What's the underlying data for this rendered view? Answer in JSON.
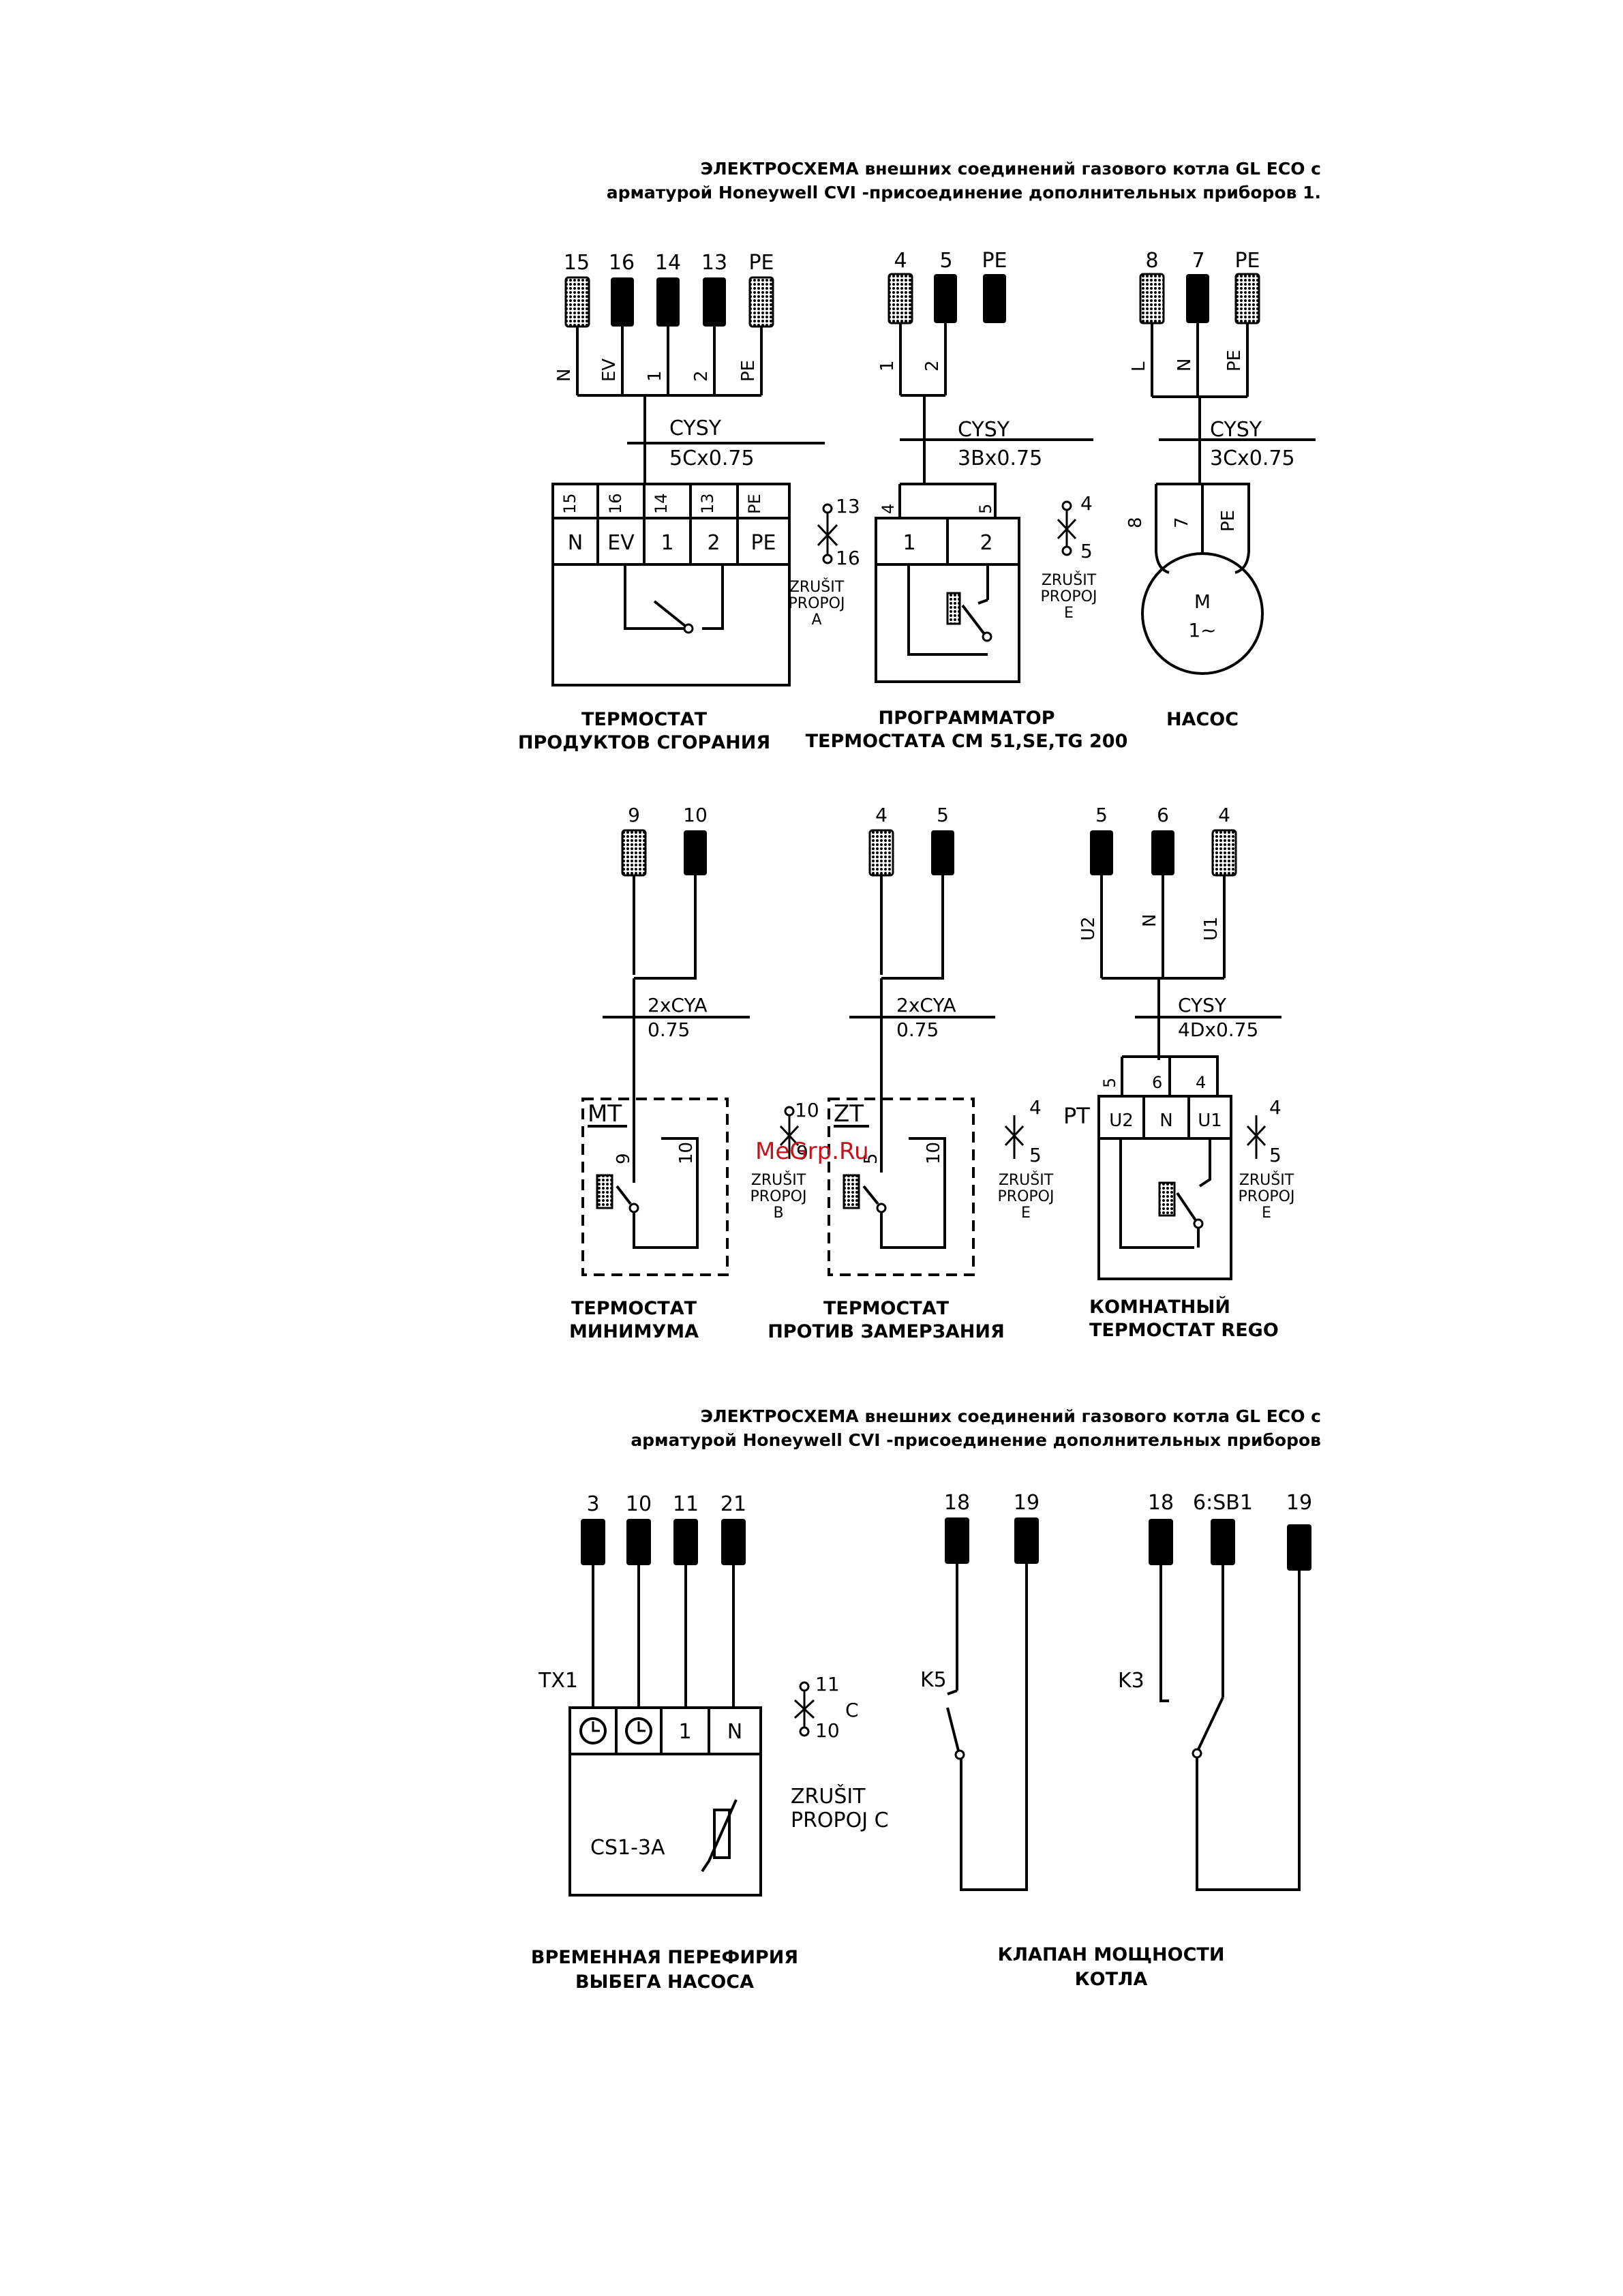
{
  "title1": {
    "line1": "ЭЛЕКТРОСХЕМА внешних соединений газового котла GL ECO с",
    "line2": "арматурой Honeywell CVI -присоединение дополнительных приборов 1."
  },
  "title2": {
    "line1": "ЭЛЕКТРОСХЕМА внешних соединений газового котла GL ECO с",
    "line2": "арматурой Honeywell CVI -присоединение дополнительных приборов"
  },
  "watermark": "MeGrp.Ru",
  "row1": {
    "flue_thermostat": {
      "terminals": [
        "15",
        "16",
        "14",
        "13",
        "PE"
      ],
      "wires": [
        "N",
        "EV",
        "1",
        "2",
        "PE"
      ],
      "cable": [
        "CYSY",
        "5Cx0.75"
      ],
      "box_top": [
        "15",
        "16",
        "14",
        "13",
        "PE"
      ],
      "box_bottom": [
        "N",
        "EV",
        "1",
        "2",
        "PE"
      ],
      "jumper": {
        "top": "13",
        "bottom": "16",
        "text": [
          "ZRUŠIT",
          "PROPOJ",
          "A"
        ]
      },
      "label": [
        "ТЕРМОСТАТ",
        "ПРОДУКТОВ СГОРАНИЯ"
      ]
    },
    "programmer": {
      "terminals": [
        "4",
        "5",
        "PE"
      ],
      "wires": [
        "1",
        "2"
      ],
      "cable": [
        "CYSY",
        "3Bx0.75"
      ],
      "box_top": [
        "4",
        "5"
      ],
      "box_bottom": [
        "1",
        "2"
      ],
      "jumper": {
        "top": "4",
        "bottom": "5",
        "text": [
          "ZRUŠIT",
          "PROPOJ",
          "E"
        ]
      },
      "label": [
        "ПРОГРАММАТОР",
        "ТЕРМОСТАТА CM 51,SE,TG 200"
      ]
    },
    "pump": {
      "terminals": [
        "8",
        "7",
        "PE"
      ],
      "wires": [
        "L",
        "N",
        "PE"
      ],
      "cable": [
        "CYSY",
        "3Cx0.75"
      ],
      "box_top": [
        "8",
        "7",
        "PE"
      ],
      "motor": [
        "M",
        "1~"
      ],
      "label": [
        "НАСОС"
      ]
    }
  },
  "row2": {
    "min_thermostat": {
      "terminals": [
        "9",
        "10"
      ],
      "cable": [
        "2xCYA",
        "0.75"
      ],
      "box_name": "MT",
      "pins": [
        "9",
        "10"
      ],
      "jumper": {
        "top": "10",
        "bottom": "9",
        "text": [
          "ZRUŠIT",
          "PROPOJ",
          "B"
        ]
      },
      "label": [
        "ТЕРМОСТАТ",
        "МИНИМУМА"
      ]
    },
    "frost_thermostat": {
      "terminals": [
        "4",
        "5"
      ],
      "cable": [
        "2xCYA",
        "0.75"
      ],
      "box_name": "ZT",
      "pins": [
        "5",
        "10"
      ],
      "jumper": {
        "top": "4",
        "bottom": "5",
        "text": [
          "ZRUŠIT",
          "PROPOJ",
          "E"
        ]
      },
      "label": [
        "ТЕРМОСТАТ",
        "ПРОТИВ ЗАМЕРЗАНИЯ"
      ]
    },
    "room_thermostat": {
      "terminals": [
        "5",
        "6",
        "4"
      ],
      "wires": [
        "U2",
        "N",
        "U1"
      ],
      "cable": [
        "CYSY",
        "4Dx0.75"
      ],
      "box_name": "PT",
      "box_top": [
        "5",
        "6",
        "4"
      ],
      "box_bottom": [
        "U2",
        "N",
        "U1"
      ],
      "jumper": {
        "top": "4",
        "bottom": "5",
        "text": [
          "ZRUŠIT",
          "PROPOJ",
          "E"
        ]
      },
      "label": [
        "КОМНАТНЫЙ",
        "ТЕРМОСТАТ REGO"
      ]
    }
  },
  "row3": {
    "timer": {
      "terminals": [
        "3",
        "10",
        "11",
        "21"
      ],
      "name": "TX1",
      "cells": [
        "1",
        "N"
      ],
      "device": "CS1-3A",
      "jumper": {
        "top": "11",
        "side": "C",
        "bottom": "10",
        "text": [
          "ZRUŠIT",
          "PROPOJ C"
        ]
      },
      "label": [
        "ВРЕМЕННАЯ ПЕРЕФИРИЯ",
        "ВЫБЕГА НАСОСА"
      ]
    },
    "power_valve": {
      "terminals_k5": [
        "18",
        "19"
      ],
      "terminals_k3": [
        "18",
        "6:SB1",
        "19"
      ],
      "relays": [
        "K5",
        "K3"
      ],
      "label": [
        "КЛАПАН МОЩНОСТИ",
        "КОТЛА"
      ]
    }
  }
}
